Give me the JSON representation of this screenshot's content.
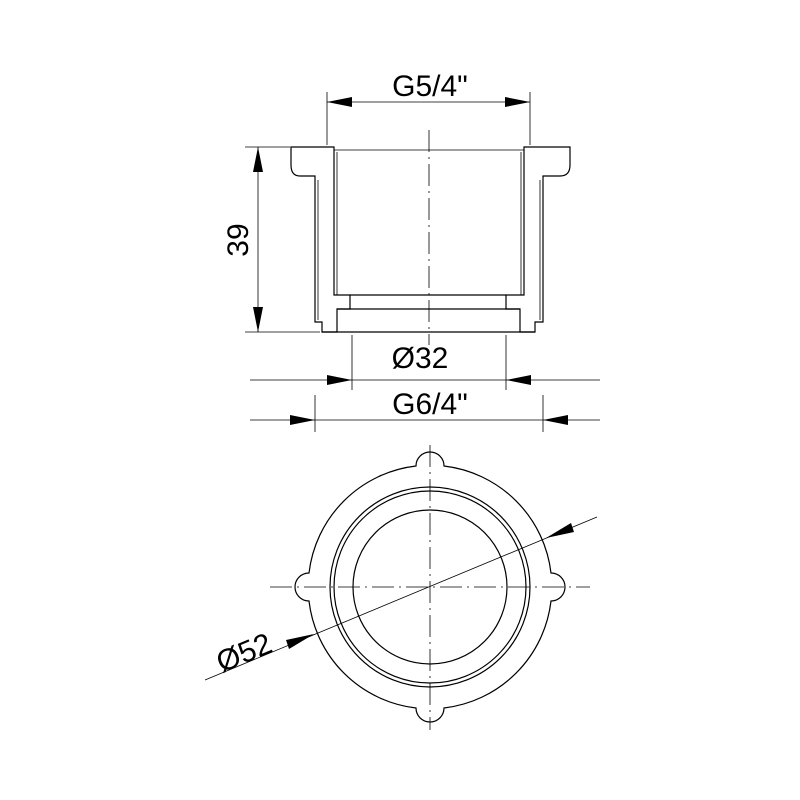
{
  "drawing": {
    "title": "Pipe reducer bushing technical drawing",
    "dimensions": {
      "top_thread": "G5/4\"",
      "height": "39",
      "inner_diameter": "Ø32",
      "bottom_thread": "G6/4\"",
      "outer_diameter": "Ø52"
    },
    "colors": {
      "line": "#000000",
      "background": "#ffffff"
    }
  }
}
